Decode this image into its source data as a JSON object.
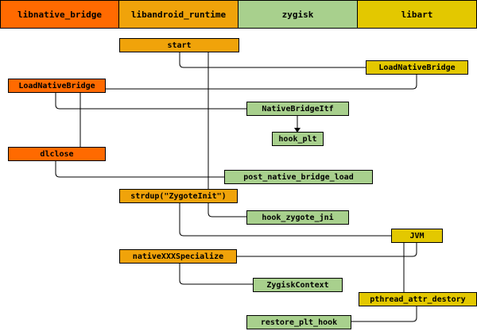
{
  "lanes": [
    {
      "label": "libnative_bridge",
      "color": "#ff6a00"
    },
    {
      "label": "libandroid_runtime",
      "color": "#f0a30a"
    },
    {
      "label": "zygisk",
      "color": "#a8d08d"
    },
    {
      "label": "libart",
      "color": "#e3c800"
    }
  ],
  "nodes": {
    "start": "start",
    "load_native_bridge_art": "LoadNativeBridge",
    "load_native_bridge_lib": "LoadNativeBridge",
    "native_bridge_itf": "NativeBridgeItf",
    "hook_plt": "hook_plt",
    "dlclose": "dlclose",
    "post_native_bridge_load": "post_native_bridge_load",
    "strdup_zygote_init": "strdup(\"ZygoteInit\")",
    "hook_zygote_jni": "hook_zygote_jni",
    "jvm": "JVM",
    "native_specialize": "nativeXXXSpecialize",
    "zygisk_context": "ZygiskContext",
    "pthread_attr_destory": "pthread_attr_destory",
    "restore_plt_hook": "restore_plt_hook"
  }
}
